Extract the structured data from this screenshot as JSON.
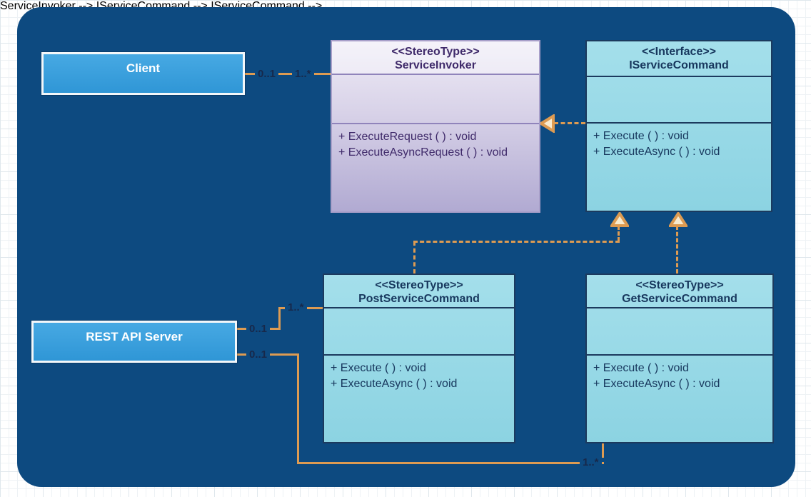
{
  "diagram": {
    "type": "uml-class-diagram",
    "colors": {
      "panel_navy": "#0d4a80",
      "connector_orange": "#dd9b52",
      "entity_blue": "#38a0dc",
      "class_light_blue": "#9cdbe9",
      "class_lavender": "#d8d2e8",
      "text_navy": "#17375d",
      "text_purple": "#3f2a6a",
      "multiplicity_text": "#17294b"
    }
  },
  "nodes": {
    "client": {
      "label": "Client"
    },
    "rest_api_server": {
      "label": "REST API Server"
    },
    "service_invoker": {
      "stereotype": "<<StereoType>>",
      "name": "ServiceInvoker",
      "methods": [
        "+ ExecuteRequest ( ) : void",
        "+ ExecuteAsyncRequest ( ) : void"
      ]
    },
    "iservice_command": {
      "stereotype": "<<Interface>>",
      "name": "IServiceCommand",
      "methods": [
        "+ Execute ( ) : void",
        "+ ExecuteAsync ( ) : void"
      ]
    },
    "post_service_command": {
      "stereotype": "<<StereoType>>",
      "name": "PostServiceCommand",
      "methods": [
        "+ Execute ( ) : void",
        "+ ExecuteAsync ( ) : void"
      ]
    },
    "get_service_command": {
      "stereotype": "<<StereoType>>",
      "name": "GetServiceCommand",
      "methods": [
        "+ Execute ( ) : void",
        "+ ExecuteAsync ( ) : void"
      ]
    }
  },
  "edges": {
    "client_to_invoker": {
      "source_multiplicity": "0..1",
      "target_multiplicity": "1..*"
    },
    "rest_to_post": {
      "source_multiplicity": "0..1",
      "target_multiplicity": "1..*"
    },
    "rest_to_get": {
      "source_multiplicity": "0..1",
      "target_multiplicity": "1..*"
    }
  }
}
